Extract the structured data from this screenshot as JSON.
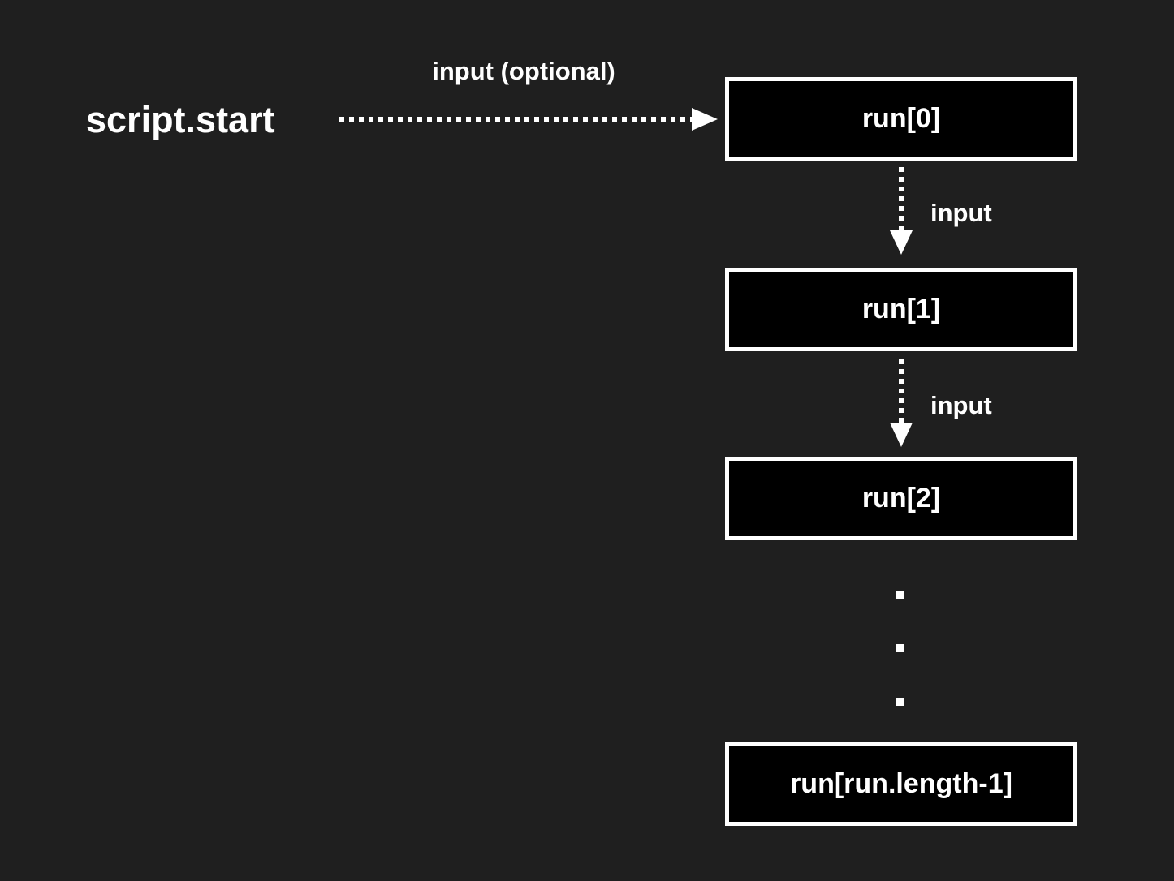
{
  "colors": {
    "background": "#1f1f1f",
    "box_fill": "#000000",
    "box_border": "#ffffff",
    "text": "#ffffff",
    "arrow": "#ffffff"
  },
  "start": {
    "label": "script.start"
  },
  "arrows": [
    {
      "label": "input (optional)"
    },
    {
      "label": "input"
    },
    {
      "label": "input"
    }
  ],
  "boxes": [
    {
      "label": "run[0]"
    },
    {
      "label": "run[1]"
    },
    {
      "label": "run[2]"
    },
    {
      "label": "run[run.length-1]"
    }
  ],
  "ellipsis": {
    "count": 3
  }
}
